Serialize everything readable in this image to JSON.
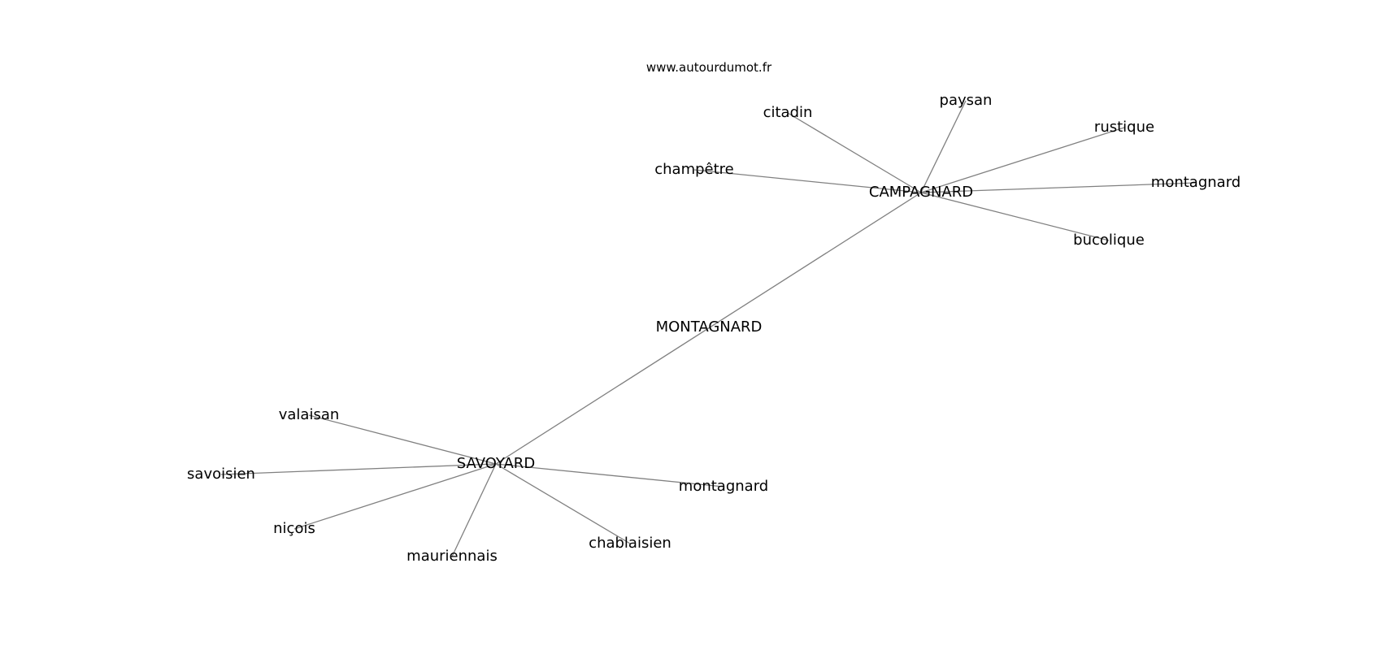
{
  "source": "www.autourdumot.fr",
  "graph": {
    "nodes": [
      {
        "id": "montagnard_center",
        "label": "MONTAGNARD"
      },
      {
        "id": "campagnard",
        "label": "CAMPAGNARD"
      },
      {
        "id": "savoyard",
        "label": "SAVOYARD"
      },
      {
        "id": "citadin",
        "label": "citadin"
      },
      {
        "id": "paysan",
        "label": "paysan"
      },
      {
        "id": "rustique",
        "label": "rustique"
      },
      {
        "id": "champetre",
        "label": "champêtre"
      },
      {
        "id": "montagnard_c",
        "label": "montagnard"
      },
      {
        "id": "bucolique",
        "label": "bucolique"
      },
      {
        "id": "valaisan",
        "label": "valaisan"
      },
      {
        "id": "savoisien",
        "label": "savoisien"
      },
      {
        "id": "nicois",
        "label": "niçois"
      },
      {
        "id": "mauriennais",
        "label": "mauriennais"
      },
      {
        "id": "chablaisien",
        "label": "chablaisien"
      },
      {
        "id": "montagnard_s",
        "label": "montagnard"
      }
    ],
    "edges": [
      [
        "campagnard",
        "savoyard"
      ],
      [
        "campagnard",
        "citadin"
      ],
      [
        "campagnard",
        "paysan"
      ],
      [
        "campagnard",
        "rustique"
      ],
      [
        "campagnard",
        "champetre"
      ],
      [
        "campagnard",
        "montagnard_c"
      ],
      [
        "campagnard",
        "bucolique"
      ],
      [
        "savoyard",
        "valaisan"
      ],
      [
        "savoyard",
        "savoisien"
      ],
      [
        "savoyard",
        "nicois"
      ],
      [
        "savoyard",
        "mauriennais"
      ],
      [
        "savoyard",
        "chablaisien"
      ],
      [
        "savoyard",
        "montagnard_s"
      ]
    ]
  }
}
